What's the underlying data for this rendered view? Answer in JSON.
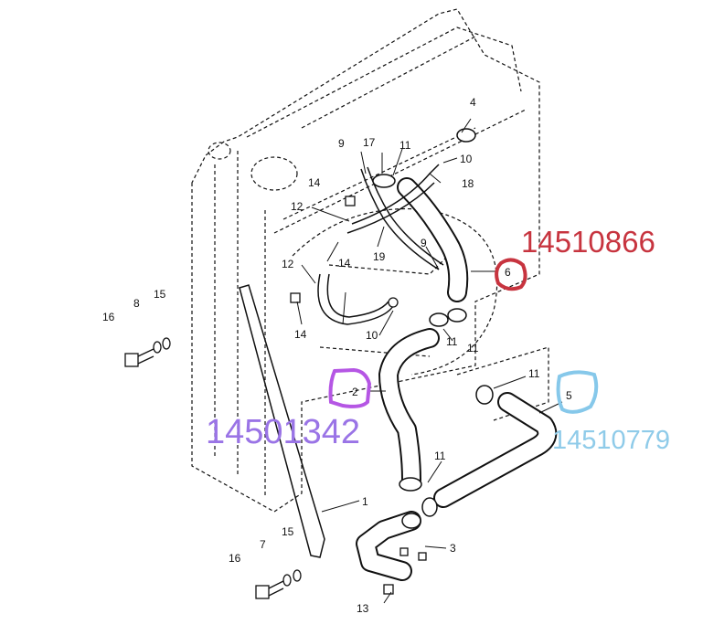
{
  "callouts": [
    "1",
    "2",
    "3",
    "4",
    "5",
    "6",
    "7",
    "8",
    "9",
    "9",
    "10",
    "10",
    "11",
    "11",
    "11",
    "11",
    "11",
    "12",
    "12",
    "13",
    "14",
    "14",
    "14",
    "15",
    "15",
    "16",
    "16",
    "17",
    "18",
    "19"
  ],
  "part_numbers": {
    "part_6": {
      "callout": "6",
      "number": "14510866",
      "color": "#c7343f"
    },
    "part_2": {
      "callout": "2",
      "number": "14501342",
      "color": "#9a74e6"
    },
    "part_5": {
      "callout": "5",
      "number": "14510779",
      "color": "#8fcbe9"
    }
  },
  "marker_colors": {
    "part_6": "#c7343f",
    "part_2": "#b556e4",
    "part_5": "#86c8ea"
  }
}
